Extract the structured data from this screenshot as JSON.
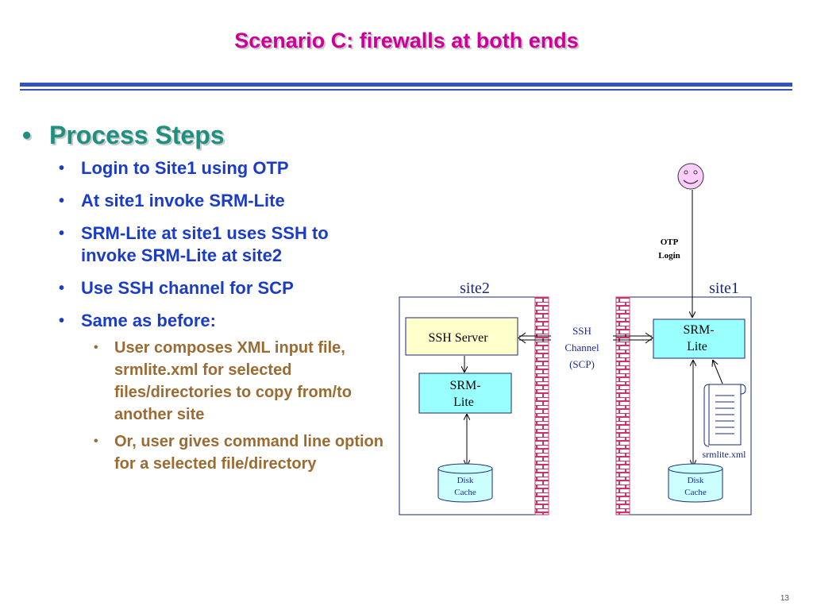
{
  "slide": {
    "title": "Scenario C: firewalls at both ends",
    "page_number": "13"
  },
  "steps": {
    "heading": "Process Steps",
    "items": [
      "Login to Site1 using OTP",
      "At site1 invoke SRM-Lite",
      "SRM-Lite at site1 uses SSH to invoke SRM-Lite at site2",
      "Use SSH channel for SCP",
      "Same as before:"
    ],
    "subitems": [
      "User composes XML input file, srmlite.xml for selected files/directories to copy from/to another site",
      "Or, user gives command line option for a selected file/directory"
    ]
  },
  "diagram": {
    "site2_label": "site2",
    "site1_label": "site1",
    "ssh_server": "SSH Server",
    "srm_lite_line1": "SRM-",
    "srm_lite_line2": "Lite",
    "channel_line1": "SSH",
    "channel_line2": "Channel",
    "channel_line3": "(SCP)",
    "disk_line1": "Disk",
    "disk_line2": "Cache",
    "otp_line1": "OTP",
    "otp_line2": "Login",
    "xml_file": "srmlite.xml"
  },
  "colors": {
    "title": "#cc0099",
    "heading": "#1e9080",
    "bullet_l2": "#1a3cc8",
    "bullet_l3": "#9c6b32",
    "box_yellow": "#ffffcc",
    "box_cyan": "#99ffff",
    "firewall": "#cc3366",
    "user_face": "#ffccff"
  },
  "icons": {
    "user": "smiley-face-icon",
    "firewall": "brick-wall-icon",
    "document": "scroll-document-icon",
    "disk": "cylinder-disk-icon"
  }
}
